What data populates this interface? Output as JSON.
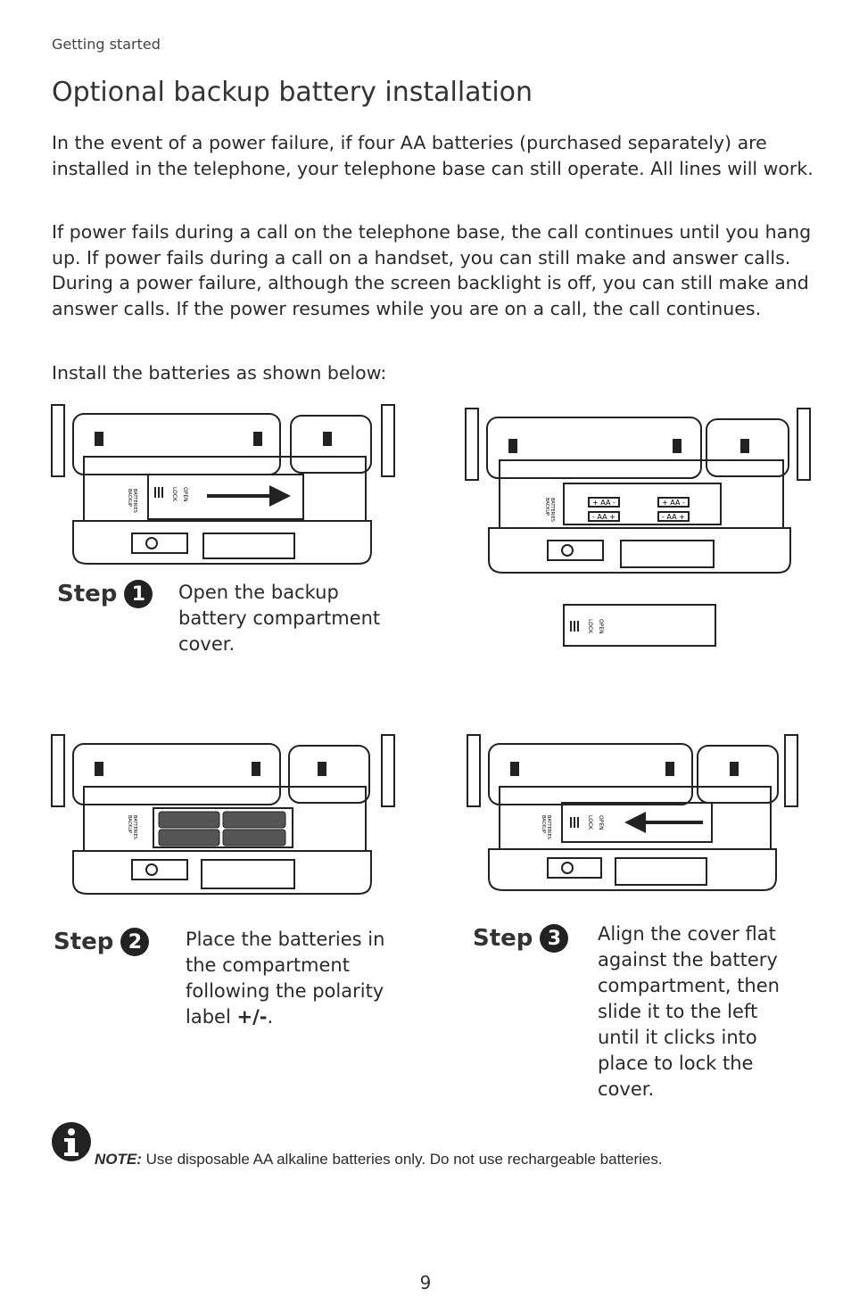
{
  "header": {
    "section": "Getting started",
    "title": "Optional backup battery installation"
  },
  "body": {
    "p1": "In the event of a power failure, if four AA batteries (purchased separately) are installed in the telephone, your telephone base can still operate. All lines will work.",
    "p2": "If power fails during a call on the telephone base, the call continues until you hang up. If power fails during a call on a handset, you can still make and answer calls. During a power failure, although the screen backlight is off, you can still make and answer calls. If the power resumes while you are on a call, the call continues.",
    "p3": "Install the batteries as shown below:"
  },
  "figure_labels": {
    "backup": "BACKUP",
    "batteries": "BATTERIES",
    "lock": "LOCK",
    "open": "OPEN",
    "aa_top": "+ AA -",
    "aa_bottom": "- AA +"
  },
  "steps": [
    {
      "label": "Step",
      "number": "1",
      "text": "Open the backup battery compartment cover."
    },
    {
      "label": "Step",
      "number": "2",
      "text_main": "Place the batteries in the compartment following the polarity label ",
      "text_bold": "+/-",
      "text_end": "."
    },
    {
      "label": "Step",
      "number": "3",
      "text": "Align the cover flat against the battery compartment, then slide it to the left until it clicks into place to lock the cover."
    }
  ],
  "note": {
    "label": "NOTE:",
    "text": " Use disposable AA alkaline batteries only. Do not use rechargeable batteries."
  },
  "page_number": "9"
}
